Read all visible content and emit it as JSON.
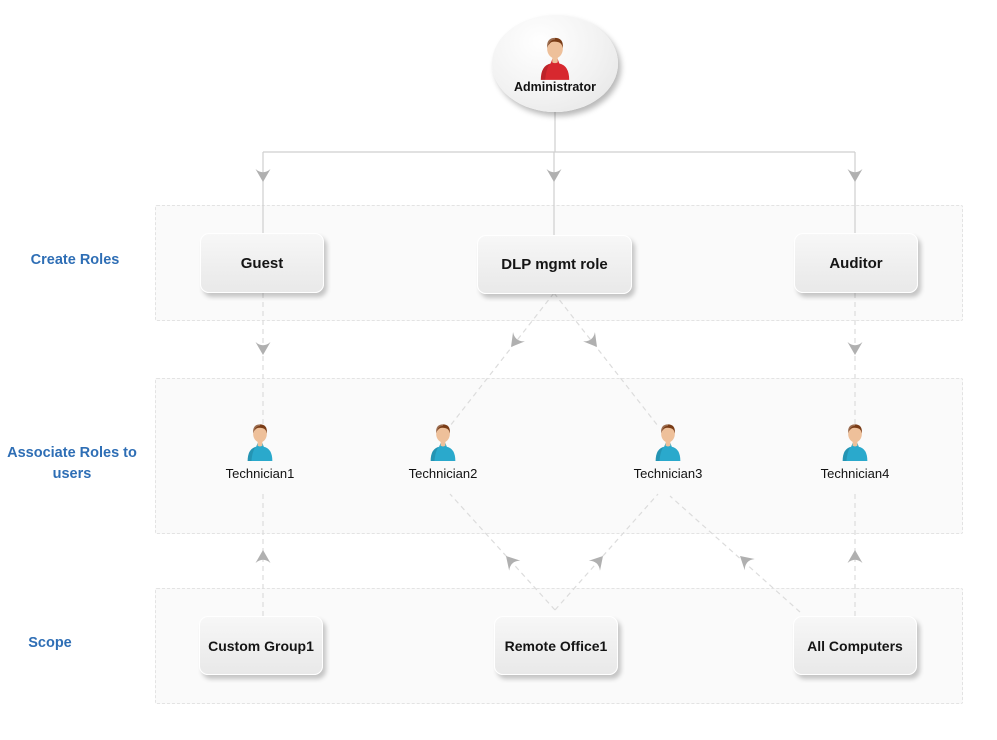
{
  "diagram": {
    "root": {
      "label": "Administrator",
      "icon": "person-red"
    },
    "sections": [
      {
        "label": "Create Roles",
        "nodes": [
          {
            "label": "Guest"
          },
          {
            "label": "DLP mgmt role"
          },
          {
            "label": "Auditor"
          }
        ]
      },
      {
        "label": "Associate Roles to users",
        "nodes": [
          {
            "label": "Technician1",
            "icon": "person-blue"
          },
          {
            "label": "Technician2",
            "icon": "person-blue"
          },
          {
            "label": "Technician3",
            "icon": "person-blue"
          },
          {
            "label": "Technician4",
            "icon": "person-blue"
          }
        ]
      },
      {
        "label": "Scope",
        "nodes": [
          {
            "label": "Custom Group1"
          },
          {
            "label": "Remote Office1"
          },
          {
            "label": "All Computers"
          }
        ]
      }
    ],
    "colors": {
      "label_blue": "#2e6eb5",
      "arrow_gray": "#b0b0b0",
      "solid_line": "#cfcfcf",
      "dashed_line": "#dcdcdc",
      "admin_shirt": "#d7282f",
      "tech_shirt": "#2aa9cc",
      "skin": "#eec09a",
      "hair": "#7a3c16"
    }
  }
}
